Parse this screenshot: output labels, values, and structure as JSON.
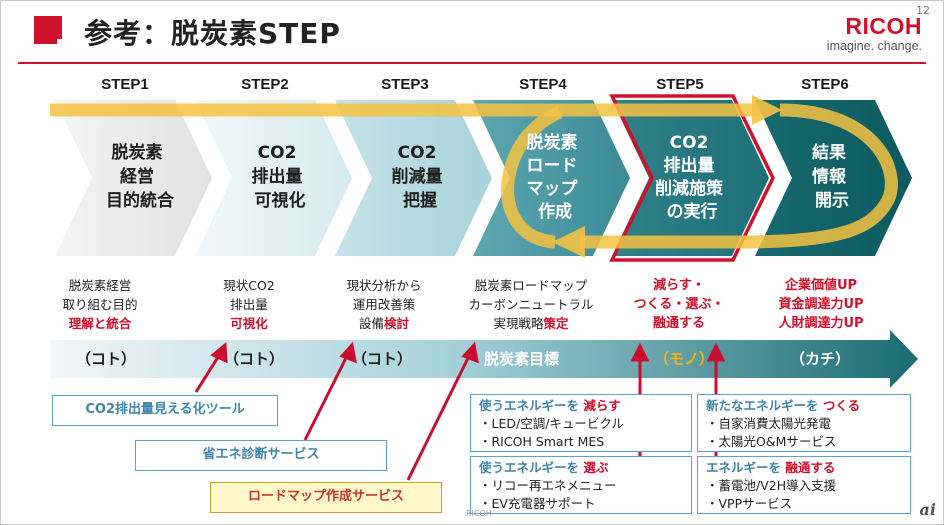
{
  "page_number": "12",
  "title": "参考：脱炭素STEP",
  "logo": {
    "main": "RICOH",
    "sub": "imagine. change."
  },
  "steps": [
    {
      "label": "STEP1",
      "lines": [
        "脱炭素",
        "経営",
        "目的統合"
      ]
    },
    {
      "label": "STEP2",
      "lines": [
        "CO2",
        "排出量",
        "可視化"
      ]
    },
    {
      "label": "STEP3",
      "lines": [
        "CO2",
        "削減量",
        "把握"
      ]
    },
    {
      "label": "STEP4",
      "lines": [
        "脱炭素",
        "ロード",
        "マップ",
        "作成"
      ]
    },
    {
      "label": "STEP5",
      "lines": [
        "CO2",
        "排出量",
        "削減施策",
        "の実行"
      ]
    },
    {
      "label": "STEP6",
      "lines": [
        "結果",
        "情報",
        "開示"
      ]
    }
  ],
  "descriptions": {
    "d1": {
      "l1": "脱炭素経営",
      "l2": "取り組む目的",
      "l3": "理解と統合"
    },
    "d2": {
      "l1": "現状CO2",
      "l2": "排出量",
      "l3": "可視化"
    },
    "d3": {
      "l1": "現状分析から",
      "l2": "運用改善策",
      "l3a": "設備",
      "l3b": "検討"
    },
    "d4": {
      "l1": "脱炭素ロードマップ",
      "l2": "カーボンニュートラル",
      "l3a": "実現戦略",
      "l3b": "策定"
    },
    "d5": {
      "l1": "減らす・",
      "l2": "つくる・選ぶ・",
      "l3": "融通する"
    },
    "d6": {
      "l1": "企業価値UP",
      "l2": "資金調達力UP",
      "l3": "人財調達力UP"
    }
  },
  "band": {
    "koto1": "（コト）",
    "koto2": "（コト）",
    "koto3": "（コト）",
    "goal": "脱炭素目標",
    "mono": "（モノ）",
    "kachi": "（カチ）"
  },
  "tools": {
    "t1": "CO2排出量見える化ツール",
    "t2": "省エネ診断サービス",
    "t3": "ロードマップ作成サービス"
  },
  "energy_boxes": {
    "reduce": {
      "head": "使うエネルギーを",
      "verb": "減らす",
      "items": [
        "・LED/空調/キュービクル",
        "・RICOH Smart MES"
      ]
    },
    "create": {
      "head": "新たなエネルギーを",
      "verb": "つくる",
      "items": [
        "・自家消費太陽光発電",
        "・太陽光O&Mサービス"
      ]
    },
    "choose": {
      "head": "使うエネルギーを",
      "verb": "選ぶ",
      "items": [
        "・リコー再エネメニュー",
        "・EV充電器サポート"
      ]
    },
    "share": {
      "head": "エネルギーを",
      "verb": "融通する",
      "items": [
        "・蓄電池/V2H導入支援",
        "・VPPサービス"
      ]
    }
  },
  "footer_mark": "RICOH",
  "badge": "ai"
}
